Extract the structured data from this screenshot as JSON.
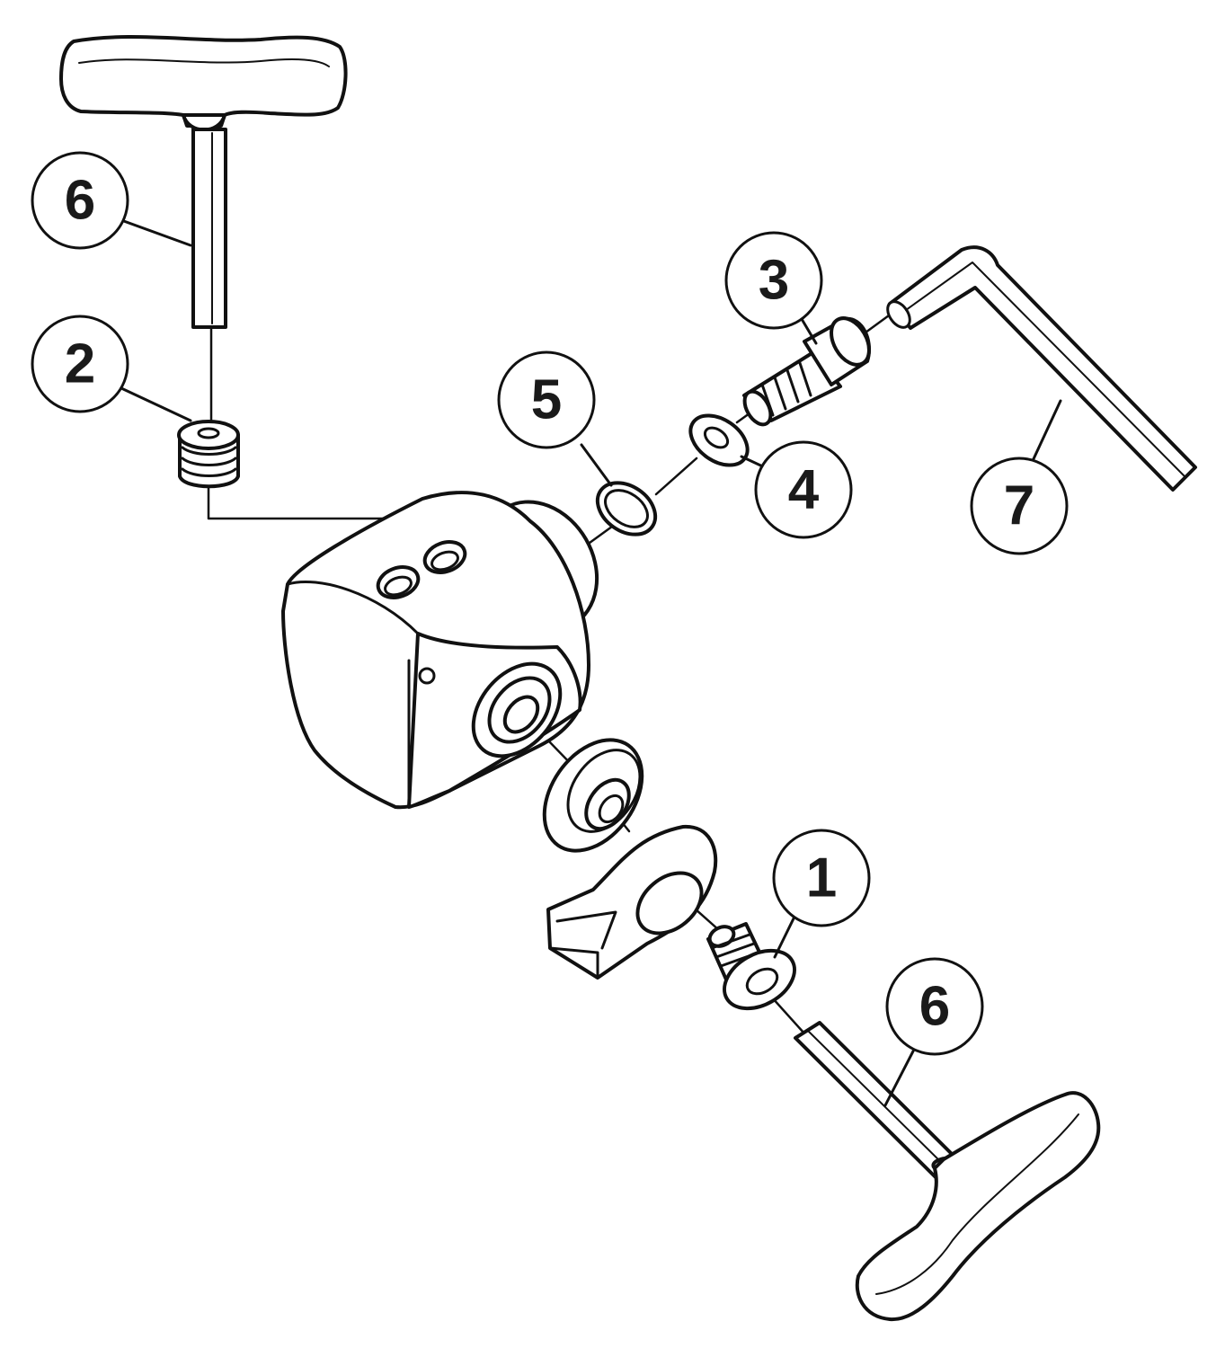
{
  "diagram": {
    "callouts": [
      {
        "id": "callout-6-top",
        "number": "6"
      },
      {
        "id": "callout-2",
        "number": "2"
      },
      {
        "id": "callout-3",
        "number": "3"
      },
      {
        "id": "callout-5",
        "number": "5"
      },
      {
        "id": "callout-4",
        "number": "4"
      },
      {
        "id": "callout-7",
        "number": "7"
      },
      {
        "id": "callout-1",
        "number": "1"
      },
      {
        "id": "callout-6-bottom",
        "number": "6"
      }
    ]
  }
}
